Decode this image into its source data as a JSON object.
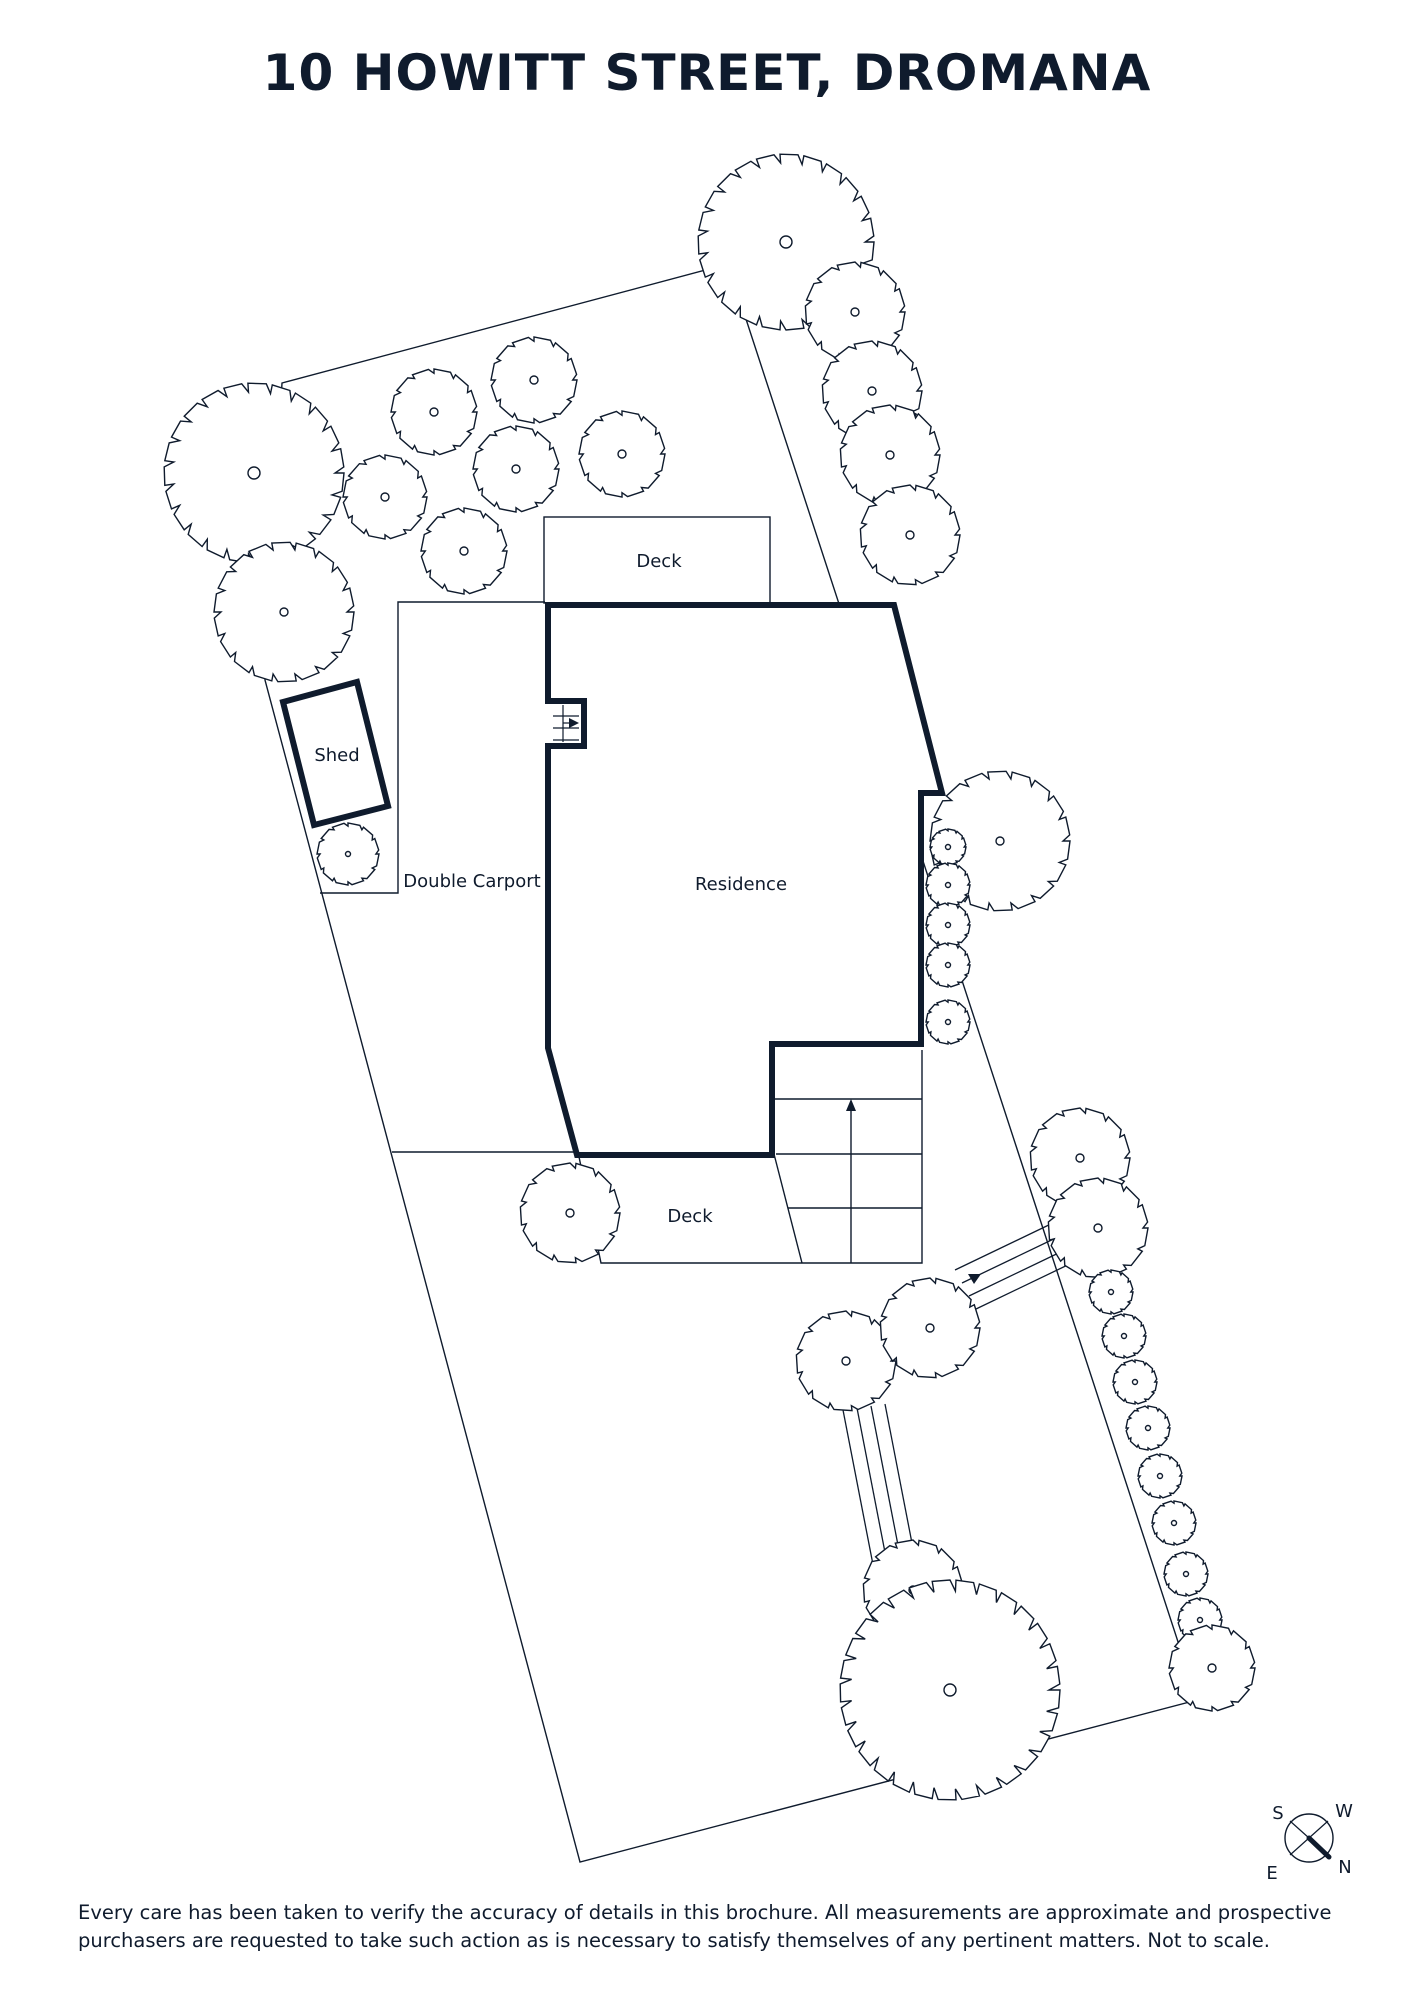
{
  "title": "10 HOWITT STREET, DROMANA",
  "labels": {
    "deck_top": "Deck",
    "shed": "Shed",
    "double_carport": "Double Carport",
    "residence": "Residence",
    "deck_bottom": "Deck"
  },
  "compass": {
    "s": "S",
    "w": "W",
    "e": "E",
    "n": "N"
  },
  "disclaimer": "Every care has been taken to verify the accuracy of details in this brochure. All measurements are approximate and prospective purchasers are requested to take such action as is necessary to satisfy themselves of any pertinent matters. Not to scale.",
  "colors": {
    "ink": "#0f1b2d",
    "background": "#ffffff"
  }
}
